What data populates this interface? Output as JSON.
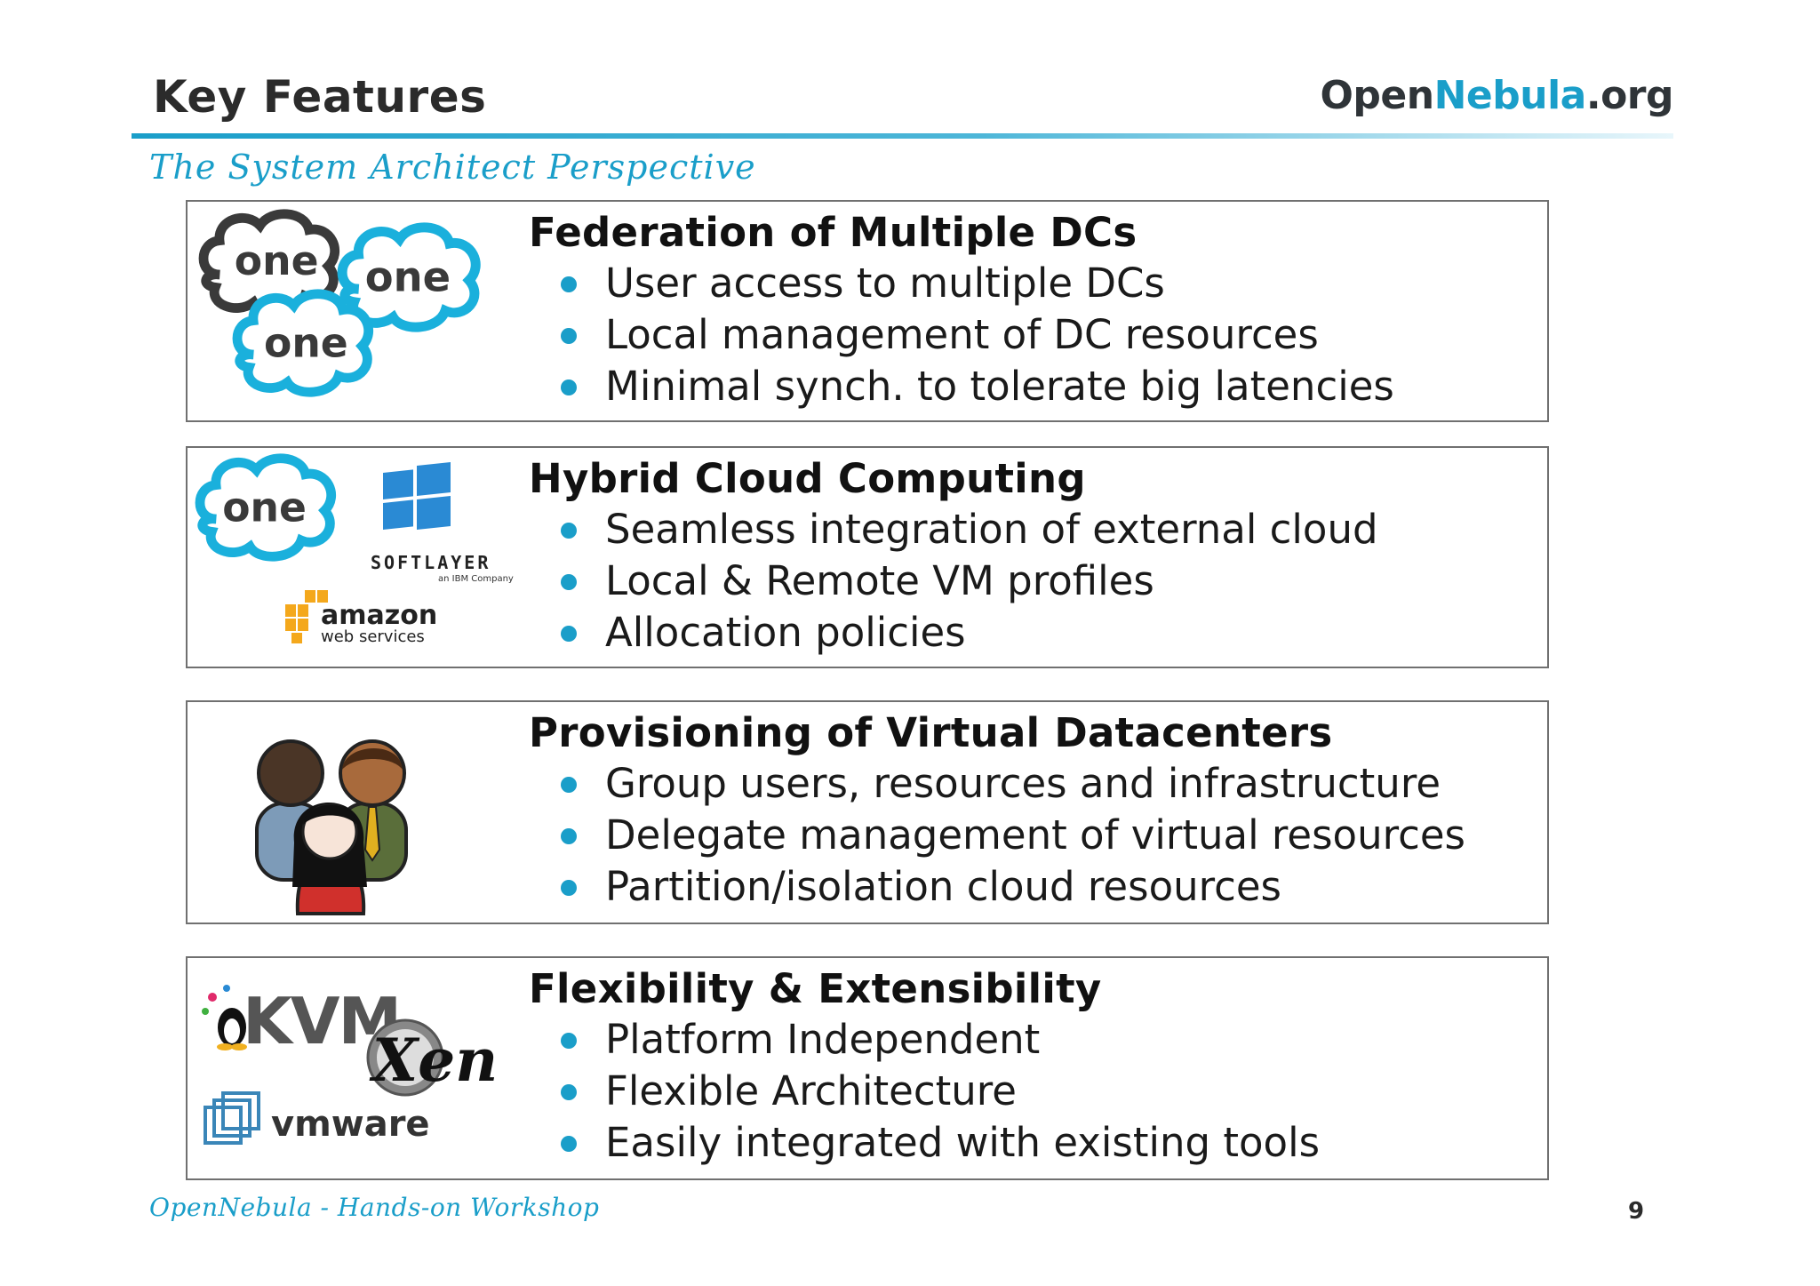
{
  "header": {
    "title": "Key Features",
    "brand_part1": "OpenNebula",
    "brand_part2": ".org",
    "subtitle": "The System Architect Perspective"
  },
  "sections": [
    {
      "heading": "Federation of Multiple DCs",
      "bullets": [
        "User access to multiple DCs",
        "Local management of DC resources",
        "Minimal synch. to tolerate big latencies"
      ],
      "logos": [
        "one",
        "one",
        "one"
      ]
    },
    {
      "heading": "Hybrid Cloud Computing",
      "bullets": [
        "Seamless integration of external cloud",
        "Local & Remote VM profiles",
        "Allocation policies"
      ],
      "logos": [
        "one",
        "SOFTLAYER",
        "an IBM Company",
        "amazon",
        "web services"
      ]
    },
    {
      "heading": "Provisioning of Virtual Datacenters",
      "bullets": [
        "Group users, resources and infrastructure",
        "Delegate management of virtual resources",
        "Partition/isolation cloud resources"
      ]
    },
    {
      "heading": "Flexibility & Extensibility",
      "bullets": [
        "Platform Independent",
        "Flexible Architecture",
        "Easily integrated with existing tools"
      ],
      "logos": [
        "KVM",
        "Xen",
        "vmware"
      ]
    }
  ],
  "footer": {
    "text": "OpenNebula - Hands-on Workshop",
    "page_number": "9"
  },
  "colors": {
    "accent": "#1a9ec9",
    "cloud_dark": "#3a3a3a",
    "border": "#707070"
  },
  "icons": {
    "cloud": "cloud-logo-icon",
    "windows": "windows-logo-icon",
    "users": "users-group-icon",
    "linux": "tux-penguin-icon"
  }
}
